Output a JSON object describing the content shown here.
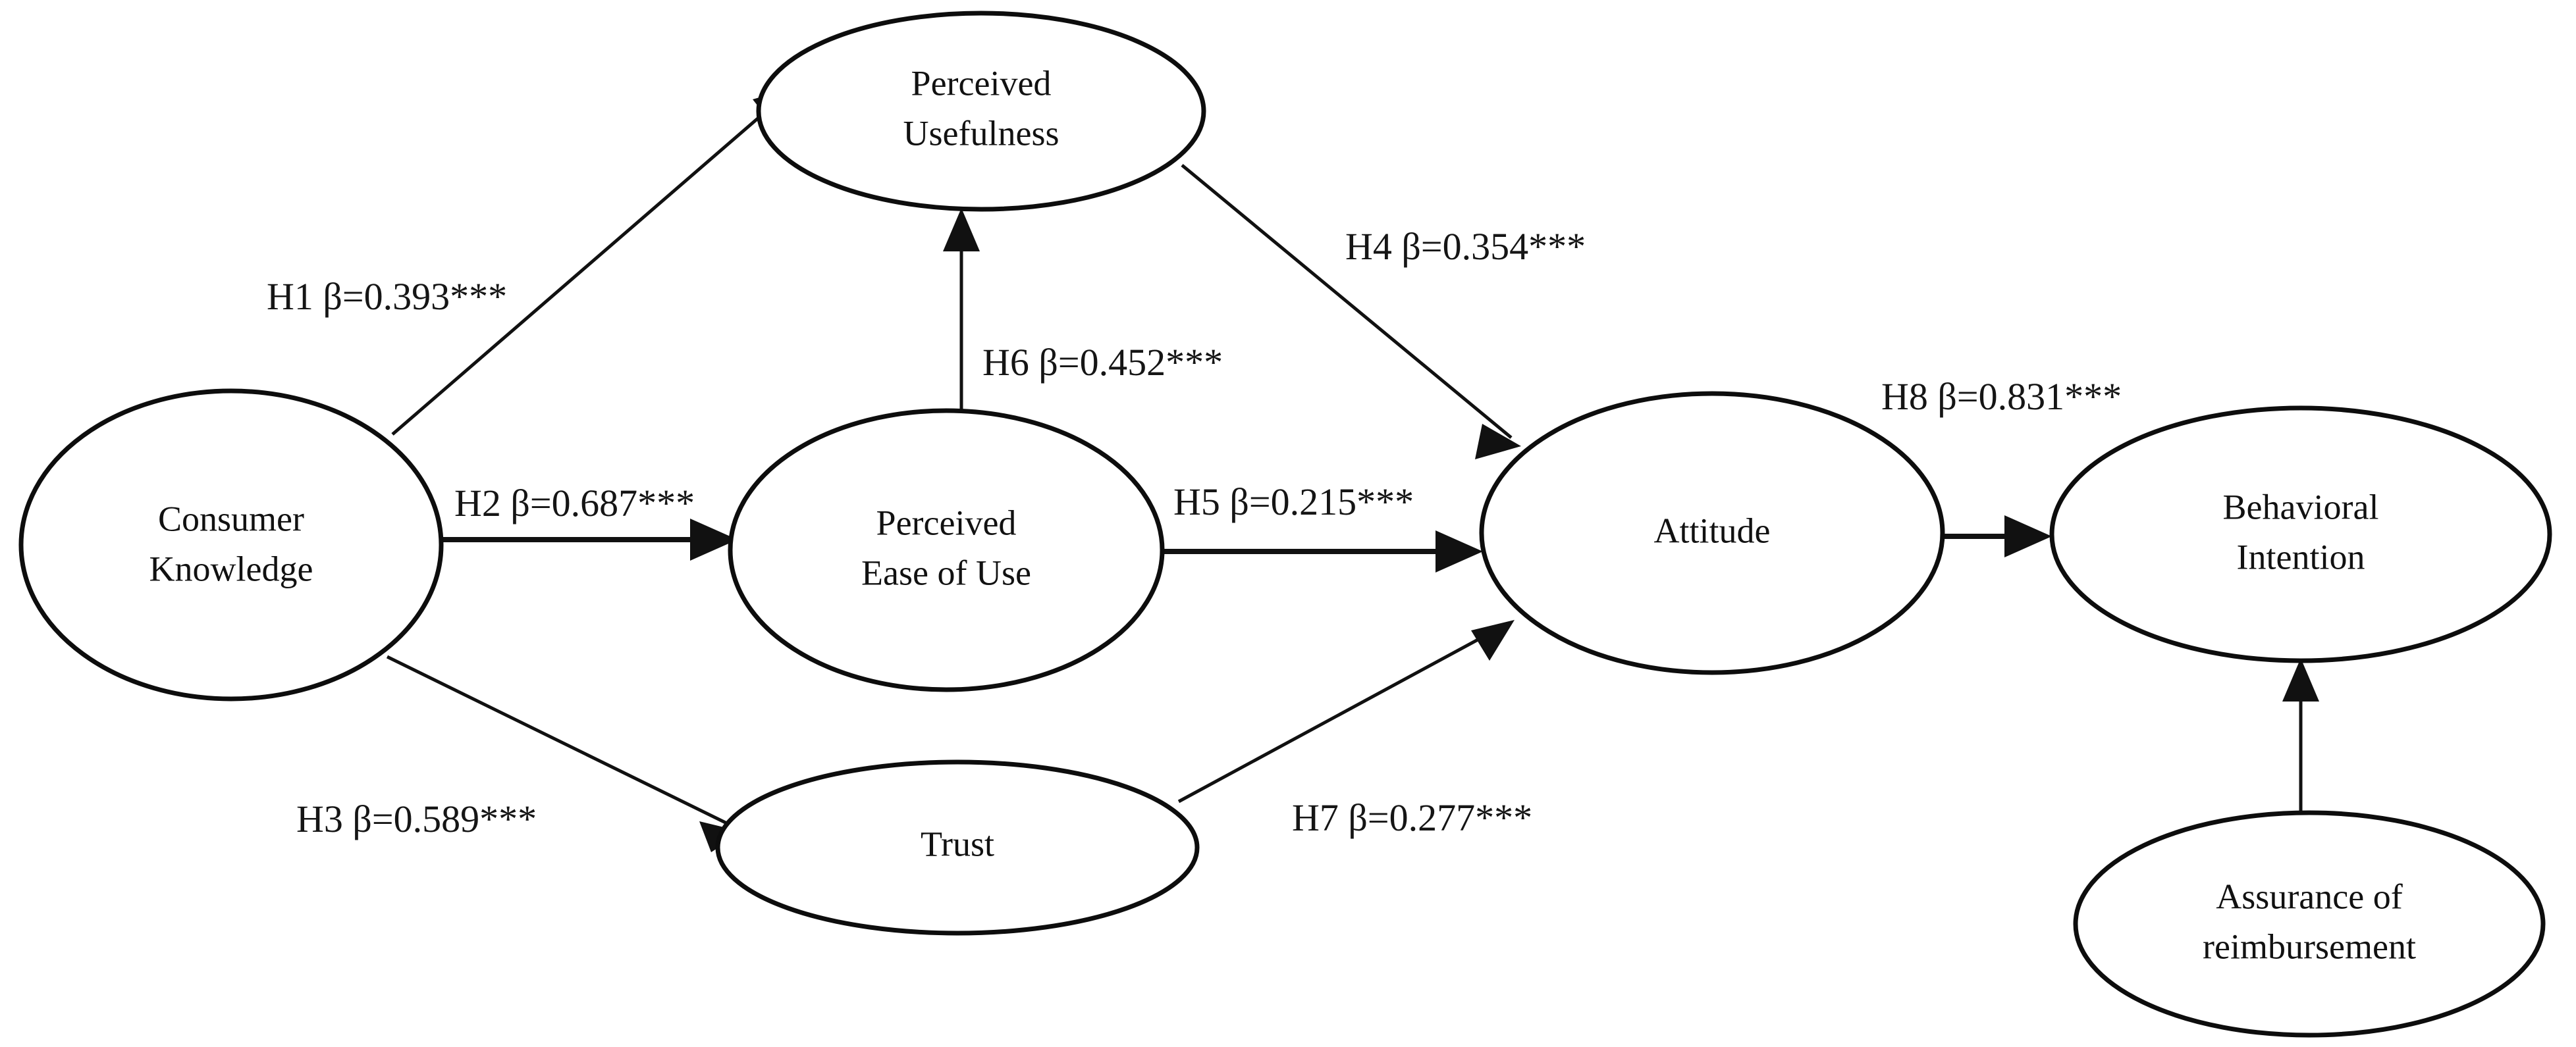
{
  "diagram": {
    "type": "structural-equation-model",
    "background_color": "#ffffff",
    "stroke_color": "#111111",
    "nodes": [
      {
        "id": "consumer-knowledge",
        "line1": "Consumer",
        "line2": "Knowledge"
      },
      {
        "id": "perceived-usefulness",
        "line1": "Perceived",
        "line2": "Usefulness"
      },
      {
        "id": "perceived-ease-of-use",
        "line1": "Perceived",
        "line2": "Ease of Use"
      },
      {
        "id": "trust",
        "line1": "Trust",
        "line2": ""
      },
      {
        "id": "attitude",
        "line1": "Attitude",
        "line2": ""
      },
      {
        "id": "behavioral-intention",
        "line1": "Behavioral",
        "line2": "Intention"
      },
      {
        "id": "assurance-of-reimbursement",
        "line1": "Assurance of",
        "line2": "reimbursement"
      }
    ],
    "paths": [
      {
        "id": "h1",
        "label": "H1 β=0.393***",
        "hypothesis": "H1",
        "beta": "0.393",
        "significance": "***",
        "from": "Consumer Knowledge",
        "to": "Perceived Usefulness"
      },
      {
        "id": "h2",
        "label": "H2 β=0.687***",
        "hypothesis": "H2",
        "beta": "0.687",
        "significance": "***",
        "from": "Consumer Knowledge",
        "to": "Perceived Ease of Use"
      },
      {
        "id": "h3",
        "label": "H3 β=0.589***",
        "hypothesis": "H3",
        "beta": "0.589",
        "significance": "***",
        "from": "Consumer Knowledge",
        "to": "Trust"
      },
      {
        "id": "h4",
        "label": "H4 β=0.354***",
        "hypothesis": "H4",
        "beta": "0.354",
        "significance": "***",
        "from": "Perceived Usefulness",
        "to": "Attitude"
      },
      {
        "id": "h5",
        "label": "H5 β=0.215***",
        "hypothesis": "H5",
        "beta": "0.215",
        "significance": "***",
        "from": "Perceived Ease of Use",
        "to": "Attitude"
      },
      {
        "id": "h6",
        "label": "H6 β=0.452***",
        "hypothesis": "H6",
        "beta": "0.452",
        "significance": "***",
        "from": "Perceived Ease of Use",
        "to": "Perceived Usefulness"
      },
      {
        "id": "h7",
        "label": "H7 β=0.277***",
        "hypothesis": "H7",
        "beta": "0.277",
        "significance": "***",
        "from": "Trust",
        "to": "Attitude"
      },
      {
        "id": "h8",
        "label": "H8 β=0.831***",
        "hypothesis": "H8",
        "beta": "0.831",
        "significance": "***",
        "from": "Attitude",
        "to": "Behavioral Intention"
      },
      {
        "id": "assurance-to-bi",
        "label": "",
        "hypothesis": "",
        "beta": "",
        "significance": "",
        "from": "Assurance of reimbursement",
        "to": "Behavioral Intention"
      }
    ]
  }
}
